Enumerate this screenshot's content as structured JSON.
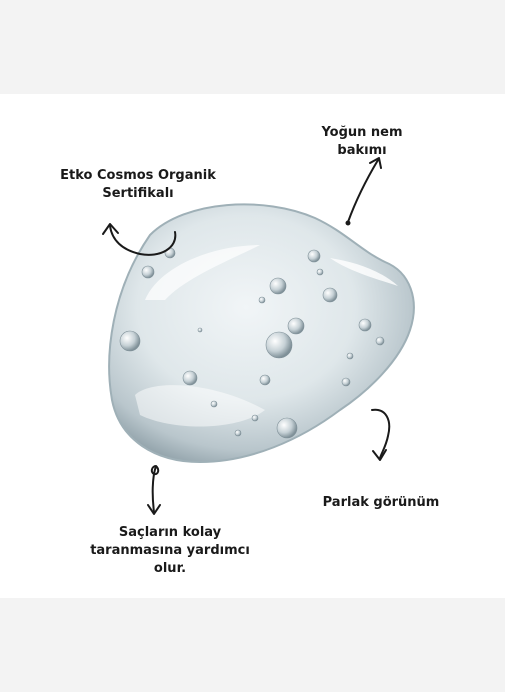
{
  "callouts": {
    "top_left": {
      "line1": "Etko Cosmos Organik",
      "line2": "Sertifikalı"
    },
    "top_right": {
      "line1": "Yoğun nem",
      "line2": "bakımı"
    },
    "bottom_right": {
      "line1": "Parlak görünüm"
    },
    "bottom_left": {
      "line1": "Saçların kolay",
      "line2": "taranmasına yardımcı",
      "line3": "olur."
    }
  },
  "colors": {
    "page_bg": "#f3f3f3",
    "panel_bg": "#ffffff",
    "text": "#1a1a1a",
    "gel": "#c9d3d8"
  },
  "icons": [
    "gel-droplet",
    "curved-arrow"
  ]
}
